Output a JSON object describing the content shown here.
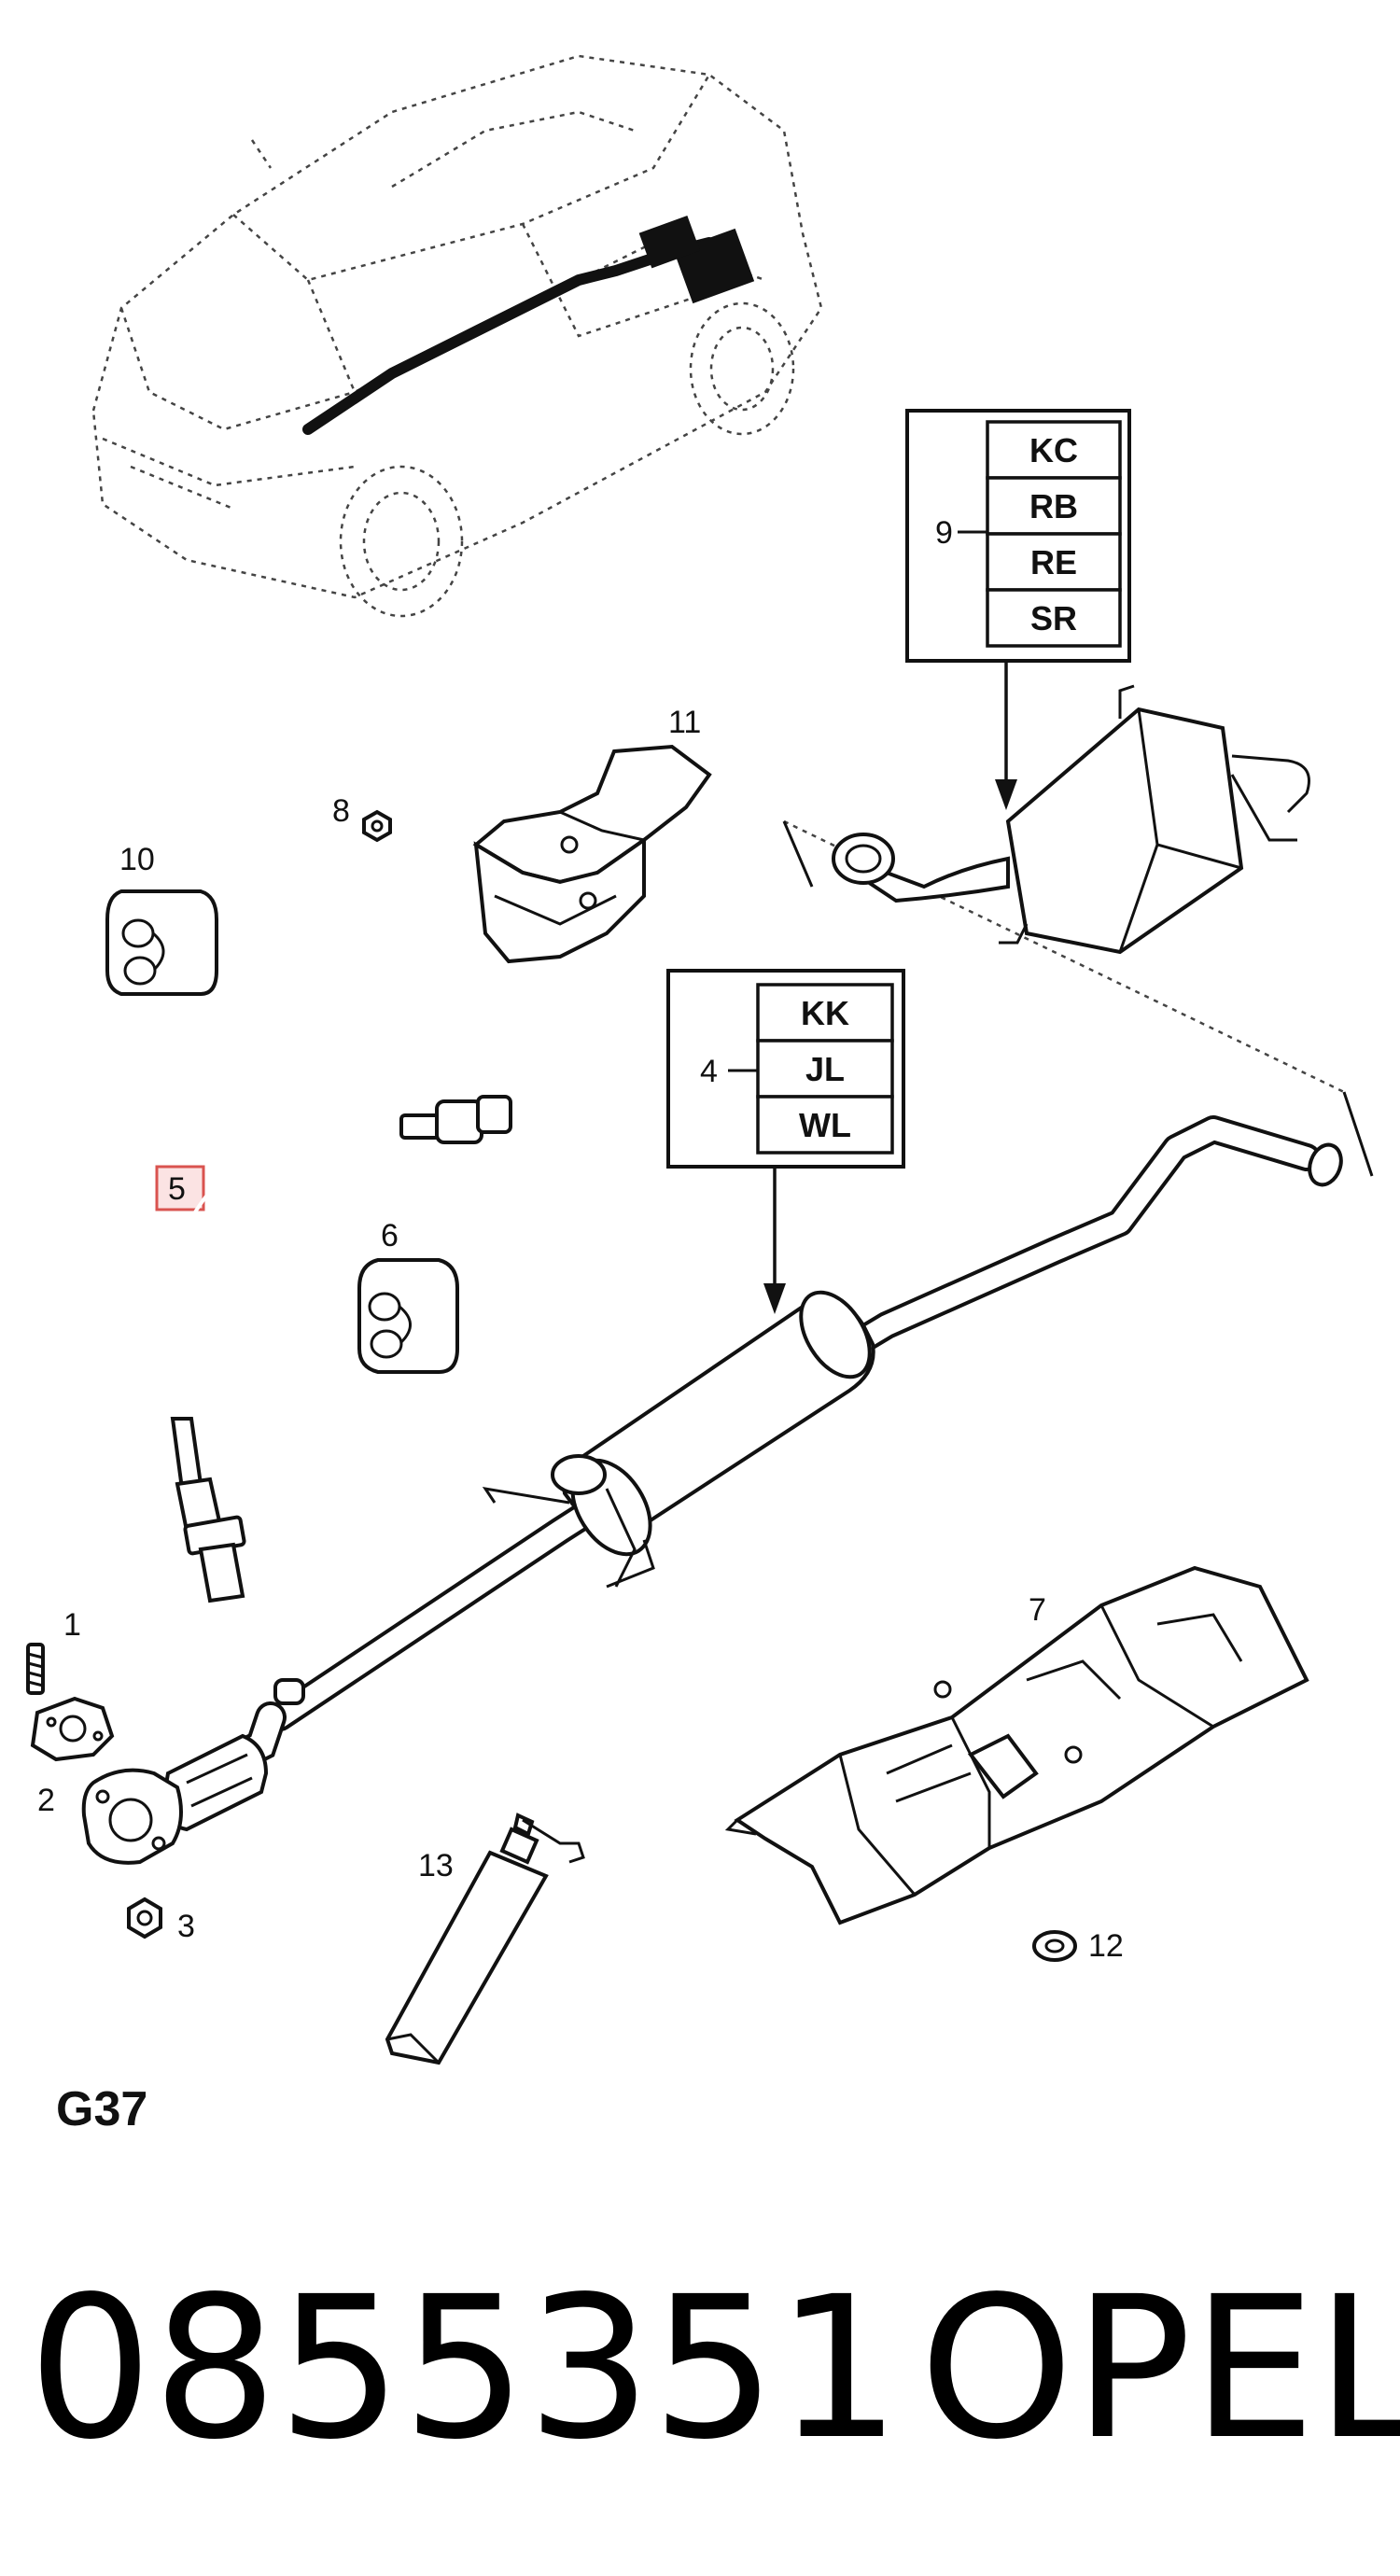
{
  "diagram_code": "G37",
  "part_number": "0855351",
  "brand": "OPEL",
  "callouts": {
    "c1": "1",
    "c2": "2",
    "c3": "3",
    "c4": "4",
    "c5": "5",
    "c6": "6",
    "c7": "7",
    "c8": "8",
    "c9": "9",
    "c10": "10",
    "c11": "11",
    "c12": "12",
    "c13": "13"
  },
  "variant_table_9": [
    "KC",
    "RB",
    "RE",
    "SR"
  ],
  "variant_table_4": [
    "KK",
    "JL",
    "WL"
  ],
  "highlight_color": "#d9534f"
}
